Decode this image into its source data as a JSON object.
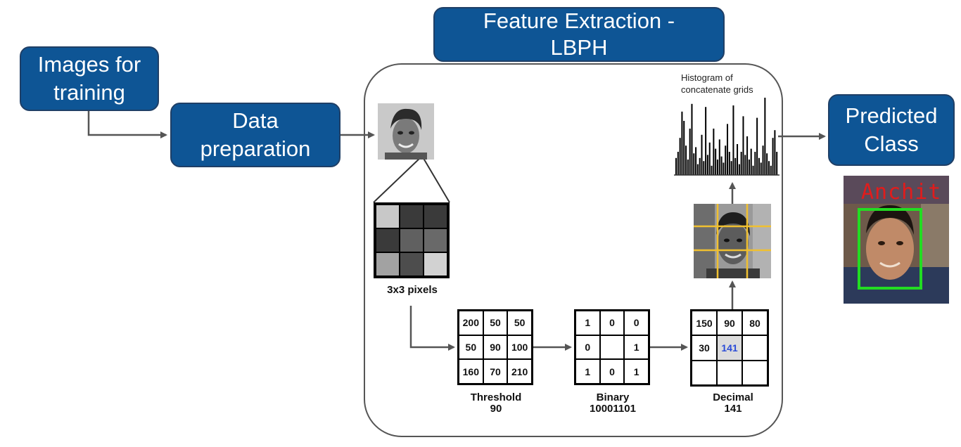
{
  "boxes": {
    "images_for_training": "Images for\ntraining",
    "data_preparation": "Data\npreparation",
    "feature_extraction": "Feature Extraction -\nLBPH",
    "predicted_class": "Predicted\nClass"
  },
  "colors": {
    "box_fill": "#0e5595",
    "box_border": "#1f3f66",
    "arrow": "#555555",
    "grid_line": "#f0c030",
    "detect_box": "#22dd22",
    "detect_label": "#e11c1c",
    "center_value": "#2a4bd7"
  },
  "pixels": {
    "label": "3x3 pixels",
    "gray_levels": [
      200,
      50,
      50,
      50,
      90,
      100,
      160,
      70,
      210
    ]
  },
  "threshold": {
    "title": "Threshold",
    "value": "90",
    "cells": [
      "200",
      "50",
      "50",
      "50",
      "90",
      "100",
      "160",
      "70",
      "210"
    ]
  },
  "binary": {
    "title": "Binary",
    "value": "10001101",
    "cells": [
      "1",
      "0",
      "0",
      "0",
      "",
      "1",
      "1",
      "0",
      "1"
    ]
  },
  "decimal": {
    "title": "Decimal",
    "value": "141",
    "cells": [
      "150",
      "90",
      "80",
      "30",
      "141",
      "",
      "",
      "",
      ""
    ]
  },
  "histogram": {
    "title": "Histogram of\nconcatenate grids",
    "bars": [
      22,
      30,
      48,
      82,
      70,
      38,
      20,
      60,
      92,
      28,
      36,
      14,
      22,
      52,
      18,
      88,
      26,
      42,
      12,
      60,
      34,
      20,
      46,
      24,
      16,
      38,
      66,
      30,
      18,
      90,
      22,
      40,
      14,
      30,
      76,
      26,
      50,
      20,
      34,
      12,
      30,
      74,
      22,
      16,
      38,
      100,
      28,
      18,
      12,
      48,
      58,
      30
    ]
  },
  "result": {
    "name": "Anchit"
  }
}
